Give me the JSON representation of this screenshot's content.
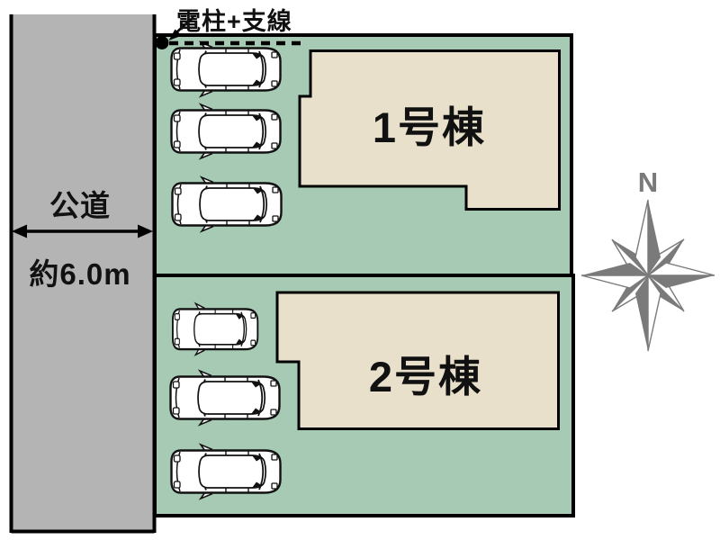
{
  "road": {
    "name": "公道",
    "width_label": "約6.0m"
  },
  "utility_pole": {
    "label": "電柱+支線"
  },
  "plots": [
    {
      "building_label": "1号棟",
      "parked_cars": 3
    },
    {
      "building_label": "2号棟",
      "parked_cars": 3
    }
  ],
  "compass": {
    "north_label": "N"
  },
  "colors": {
    "road_fill": "#b4b4b4",
    "plot_fill": "#a7cab5",
    "building_fill": "#e8e0cb",
    "outline": "#000000",
    "compass_gray": "#7a7a7a",
    "text": "#111111"
  }
}
